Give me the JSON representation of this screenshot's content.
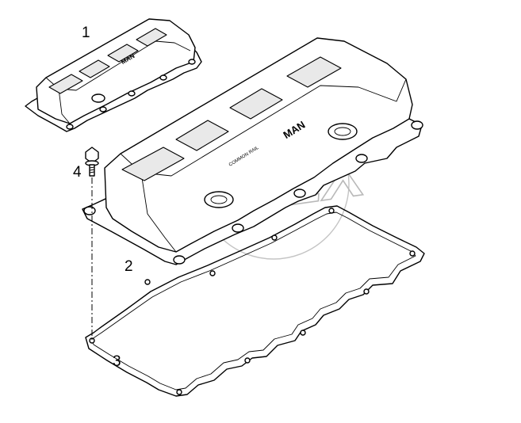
{
  "callouts": {
    "item1": "1",
    "item2": "2",
    "item3": "3",
    "item4": "4"
  },
  "cover_brand": "MAN",
  "small_cover_brand": "MAN",
  "cover_small_text": "COMMON RAIL",
  "watermark": "OPEX",
  "colors": {
    "line": "#000000",
    "background": "#ffffff",
    "watermark": "#b9b9b9"
  }
}
